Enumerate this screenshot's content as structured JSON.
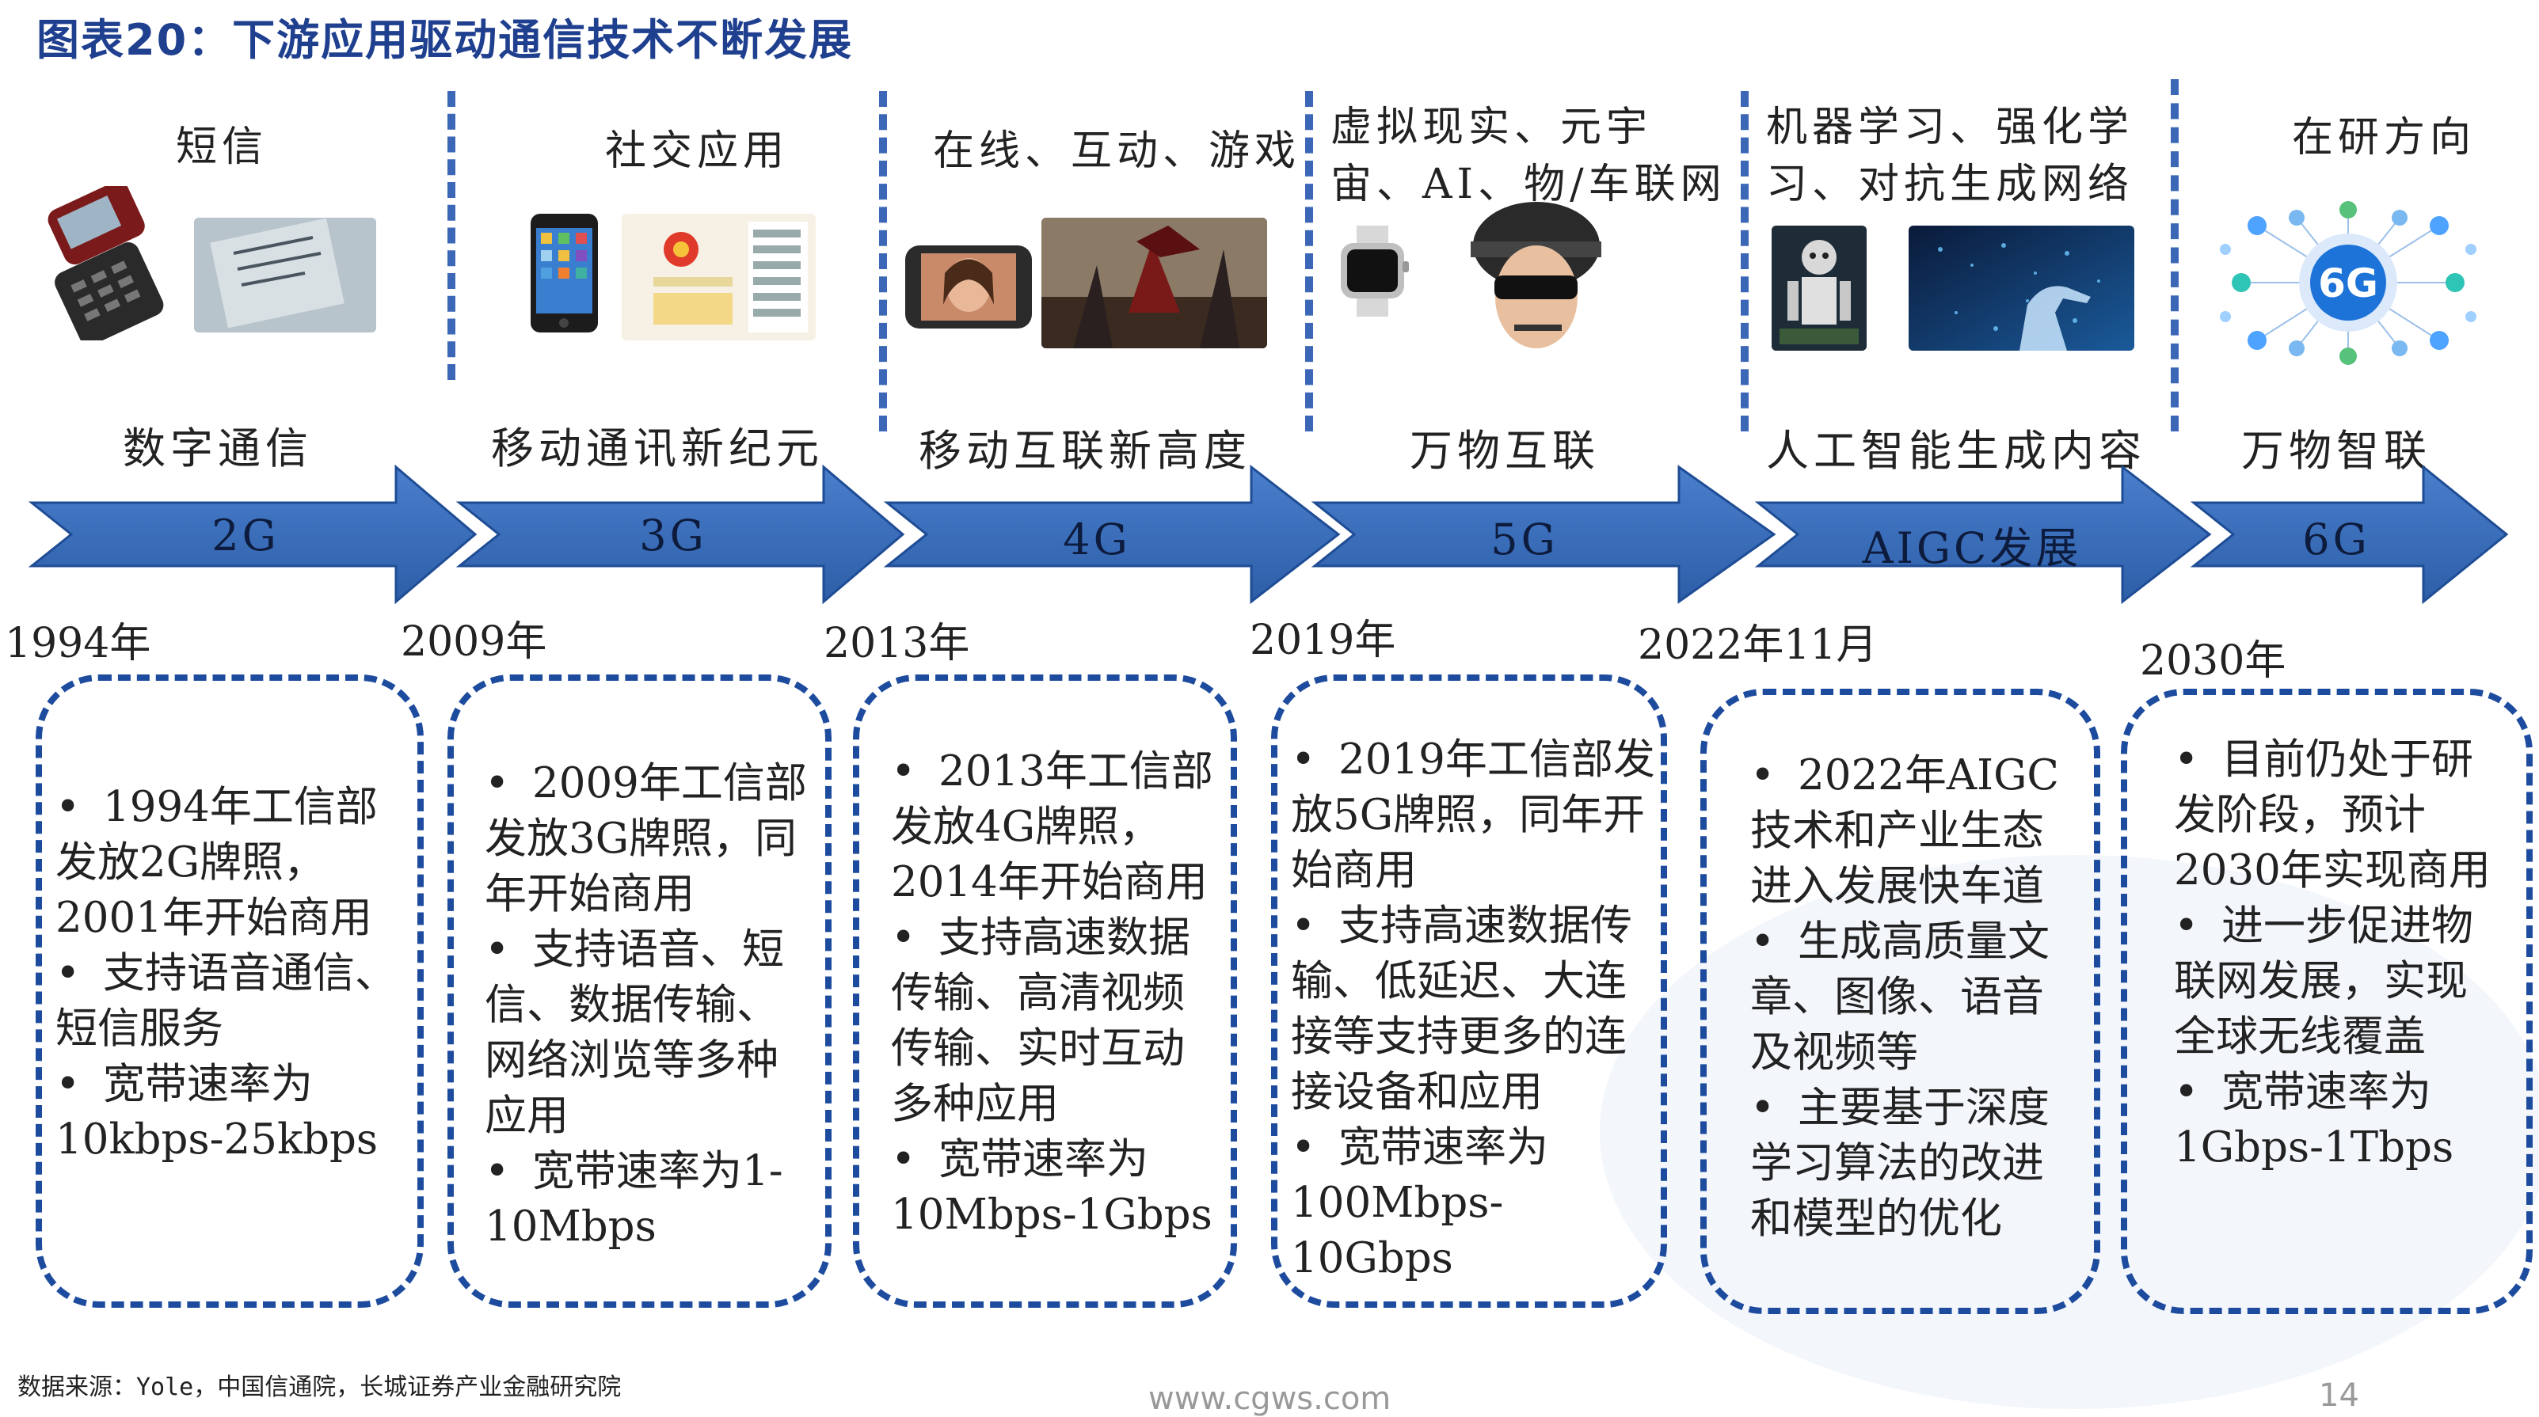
{
  "title": "图表20：下游应用驱动通信技术不断发展",
  "eras": [
    {
      "top": "短信",
      "name": "数字通信",
      "gen": "2G",
      "year": "1994年",
      "panel": [
        "1994年工信部发放2G牌照，2001年开始商用",
        "支持语音通信、短信服务",
        "宽带速率为10kbps-25kbps"
      ]
    },
    {
      "top": "社交应用",
      "name": "移动通讯新纪元",
      "gen": "3G",
      "year": "2009年",
      "panel": [
        "2009年工信部发放3G牌照，同年开始商用",
        "支持语音、短信、数据传输、网络浏览等多种应用",
        "宽带速率为1-10Mbps"
      ]
    },
    {
      "top": "在线、互动、游戏",
      "name": "移动互联新高度",
      "gen": "4G",
      "year": "2013年",
      "panel": [
        "2013年工信部发放4G牌照，2014年开始商用",
        "支持高速数据传输、高清视频传输、实时互动多种应用",
        "宽带速率为10Mbps-1Gbps"
      ]
    },
    {
      "top": "虚拟现实、元宇宙、AI、物/车联网",
      "name": "万物互联",
      "gen": "5G",
      "year": "2019年",
      "panel": [
        "2019年工信部发放5G牌照，同年开始商用",
        "支持高速数据传输、低延迟、大连接等支持更多的连接设备和应用",
        "宽带速率为100Mbps-10Gbps"
      ]
    },
    {
      "top": "机器学习、强化学习、对抗生成网络",
      "name": "人工智能生成内容",
      "gen": "AIGC发展",
      "year": "2022年11月",
      "panel": [
        "2022年AIGC技术和产业生态进入发展快车道",
        "生成高质量文章、图像、语音及视频等",
        "主要基于深度学习算法的改进和模型的优化"
      ]
    },
    {
      "top": "在研方向",
      "name": "万物智联",
      "gen": "6G",
      "year": "2030年",
      "panel": [
        "目前仍处于研发阶段，预计2030年实现商用",
        "进一步促进物联网发展，实现全球无线覆盖",
        "宽带速率为1Gbps-1Tbps"
      ]
    }
  ],
  "icon_label_6g": "6G",
  "colors": {
    "title": "#1f3f8f",
    "arrow_fill": "#3b6fbf",
    "arrow_edge": "#1e4c95",
    "panel_border": "#1d4b9e"
  },
  "footer": {
    "source": "数据来源：Yole，中国信通院，长城证券产业金融研究院",
    "url": "www.cgws.com",
    "page": "14"
  }
}
